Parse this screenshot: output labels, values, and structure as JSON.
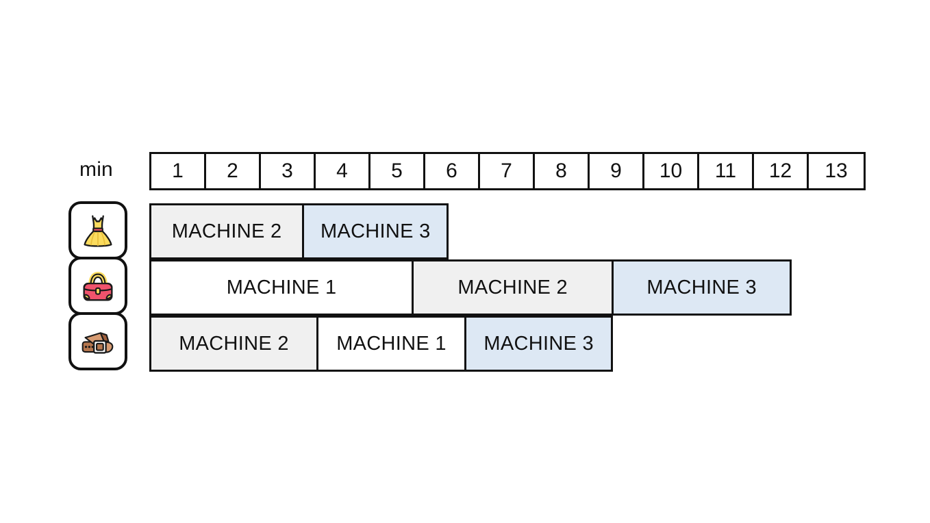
{
  "chart_data": {
    "type": "bar",
    "title": "",
    "xlabel": "min",
    "ylabel": "",
    "orientation": "horizontal",
    "axis_unit_label": "min",
    "x_tick_labels": [
      "1",
      "2",
      "3",
      "4",
      "5",
      "6",
      "7",
      "8",
      "9",
      "10",
      "11",
      "12",
      "13"
    ],
    "xlim": [
      0,
      13
    ],
    "grid": false,
    "legend": "none",
    "colors": {
      "machine_1": "#ffffff",
      "machine_2": "#f0f0f0",
      "machine_3": "#dde8f4",
      "stroke": "#111111",
      "text": "#111111",
      "background": "#ffffff"
    },
    "series": [
      {
        "name": "dress",
        "icon": "dress-icon",
        "tasks": [
          {
            "label": "MACHINE 2",
            "machine": 2,
            "start": 0,
            "end": 2.79,
            "duration": 2.79,
            "fill": "#f0f0f0"
          },
          {
            "label": "MACHINE 3",
            "machine": 3,
            "start": 2.79,
            "end": 5.43,
            "duration": 2.64,
            "fill": "#dde8f4"
          }
        ]
      },
      {
        "name": "handbag",
        "icon": "handbag-icon",
        "tasks": [
          {
            "label": "MACHINE 1",
            "machine": 1,
            "start": 0,
            "end": 4.79,
            "duration": 4.79,
            "fill": "#ffffff"
          },
          {
            "label": "MACHINE 2",
            "machine": 2,
            "start": 4.79,
            "end": 8.44,
            "duration": 3.65,
            "fill": "#f0f0f0"
          },
          {
            "label": "MACHINE 3",
            "machine": 3,
            "start": 8.44,
            "end": 11.69,
            "duration": 3.25,
            "fill": "#dde8f4"
          }
        ]
      },
      {
        "name": "belt",
        "icon": "belt-icon",
        "tasks": [
          {
            "label": "MACHINE 2",
            "machine": 2,
            "start": 0,
            "end": 3.05,
            "duration": 3.05,
            "fill": "#f0f0f0"
          },
          {
            "label": "MACHINE 1",
            "machine": 1,
            "start": 3.05,
            "end": 5.75,
            "duration": 2.7,
            "fill": "#ffffff"
          },
          {
            "label": "MACHINE 3",
            "machine": 3,
            "start": 5.75,
            "end": 8.43,
            "duration": 2.68,
            "fill": "#dde8f4"
          }
        ]
      }
    ]
  },
  "axis": {
    "unit_label": "min",
    "ticks": [
      "1",
      "2",
      "3",
      "4",
      "5",
      "6",
      "7",
      "8",
      "9",
      "10",
      "11",
      "12",
      "13"
    ]
  },
  "rows": [
    {
      "icon_name": "dress-icon",
      "blocks": [
        {
          "label": "MACHINE 2",
          "fill": "#f0f0f0"
        },
        {
          "label": "MACHINE 3",
          "fill": "#dde8f4"
        }
      ]
    },
    {
      "icon_name": "handbag-icon",
      "blocks": [
        {
          "label": "MACHINE 1",
          "fill": "#ffffff"
        },
        {
          "label": "MACHINE 2",
          "fill": "#f0f0f0"
        },
        {
          "label": "MACHINE 3",
          "fill": "#dde8f4"
        }
      ]
    },
    {
      "icon_name": "belt-icon",
      "blocks": [
        {
          "label": "MACHINE 2",
          "fill": "#f0f0f0"
        },
        {
          "label": "MACHINE 1",
          "fill": "#ffffff"
        },
        {
          "label": "MACHINE 3",
          "fill": "#dde8f4"
        }
      ]
    }
  ]
}
